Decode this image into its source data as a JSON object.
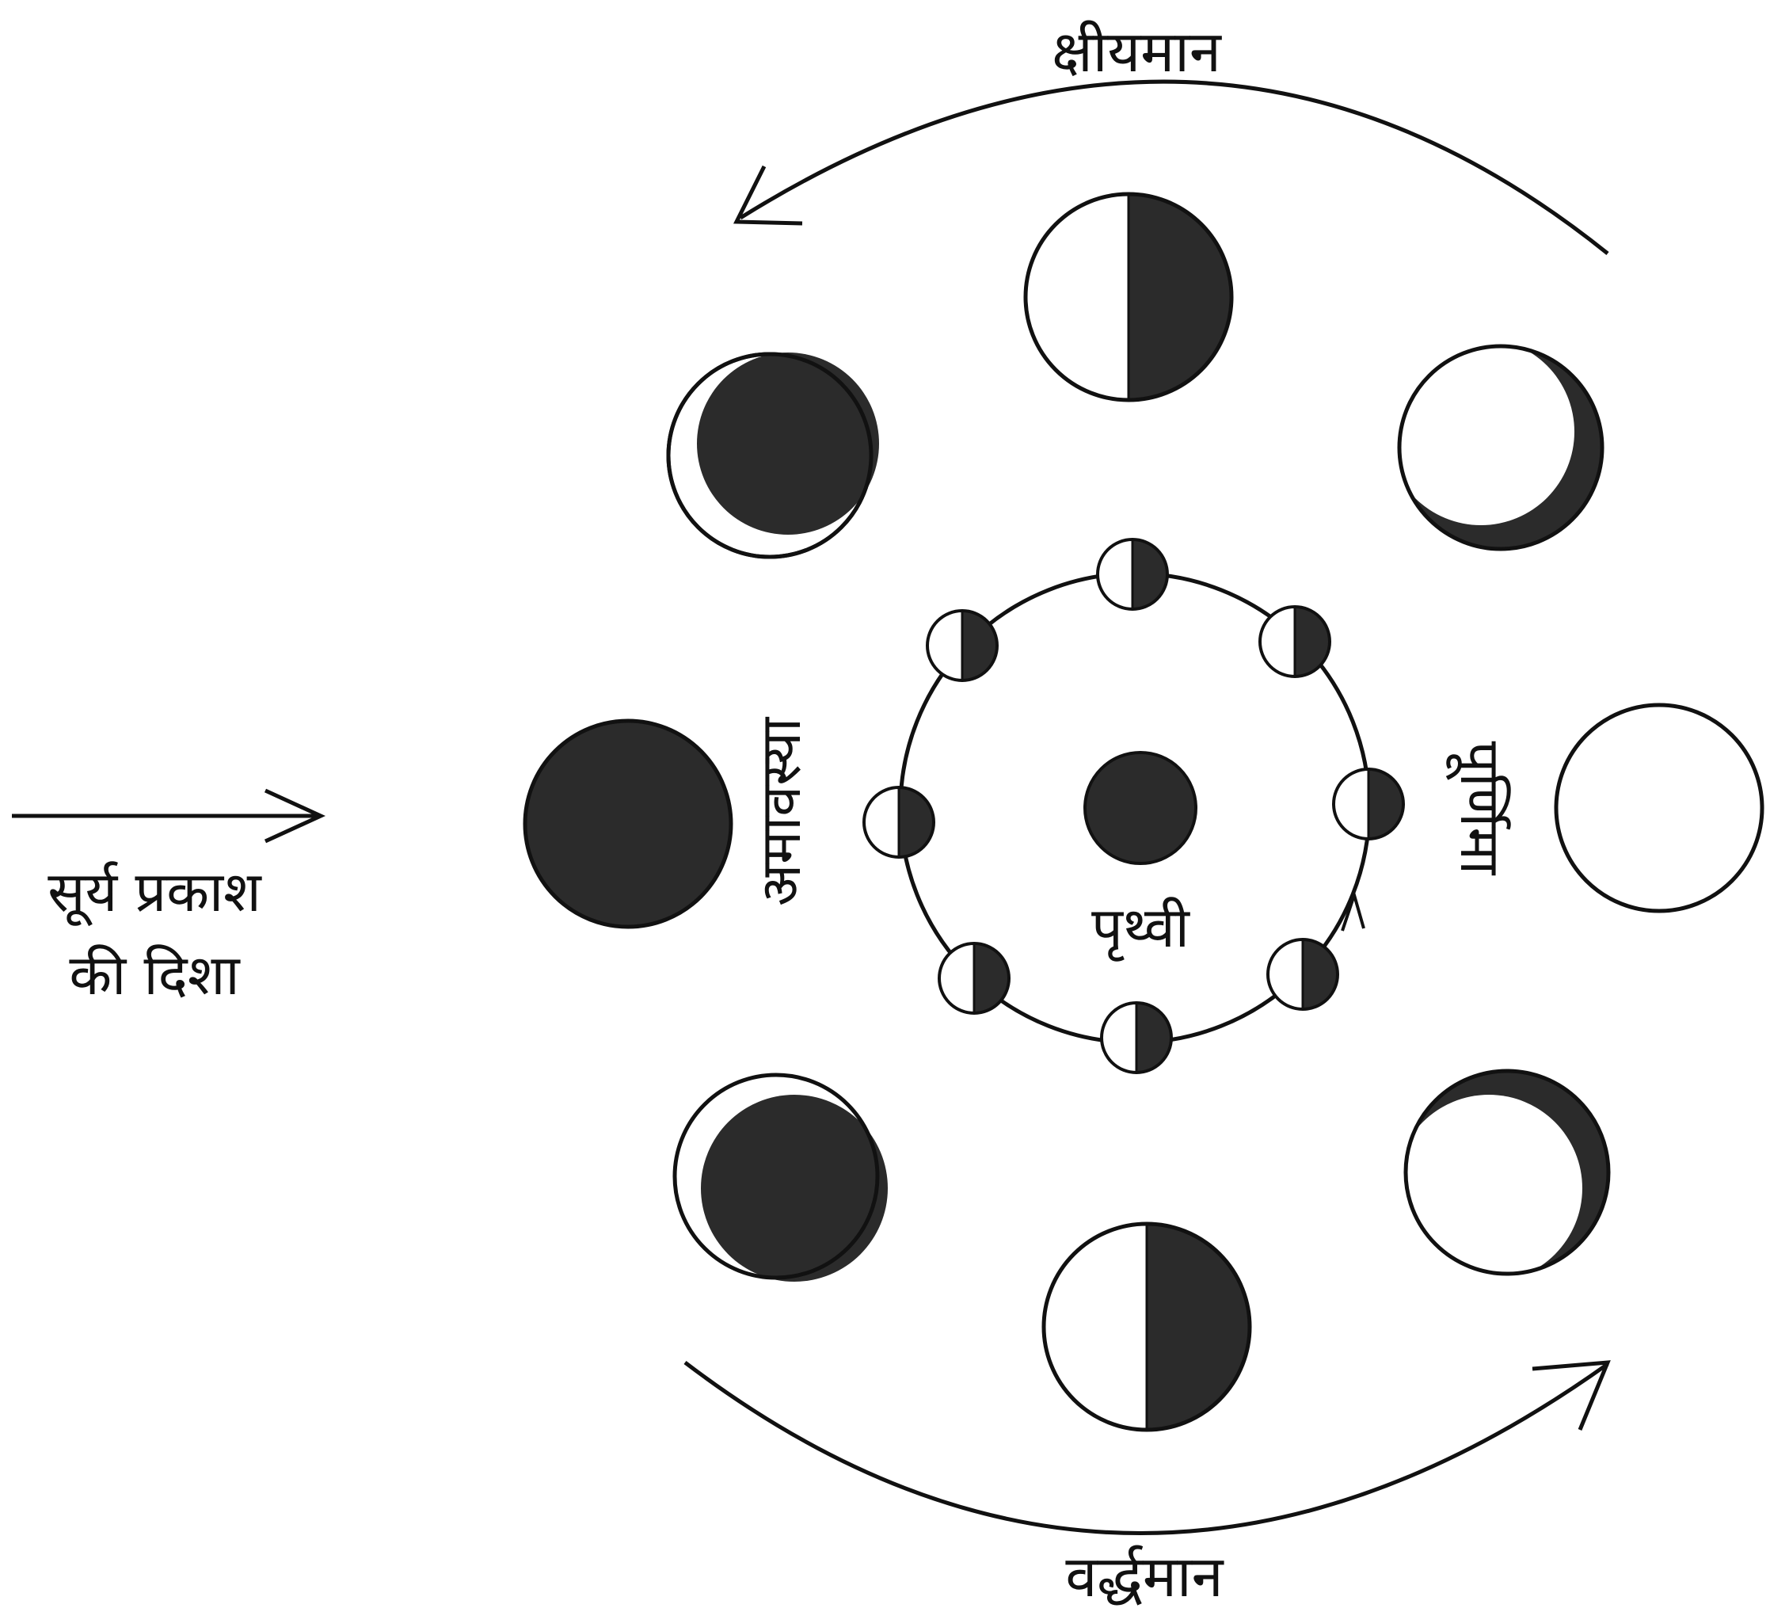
{
  "labels": {
    "waning": "क्षीयमान",
    "waxing": "वर्द्धमान",
    "new_moon": "अमावस्या",
    "full_moon": "पूर्णिमा",
    "earth": "पृथ्वी",
    "sunlight_line1": "सूर्य प्रकाश",
    "sunlight_line2": "की दिशा"
  },
  "colors": {
    "ink": "#111111",
    "shade": "#2b2b2b",
    "paper": "#ffffff"
  }
}
